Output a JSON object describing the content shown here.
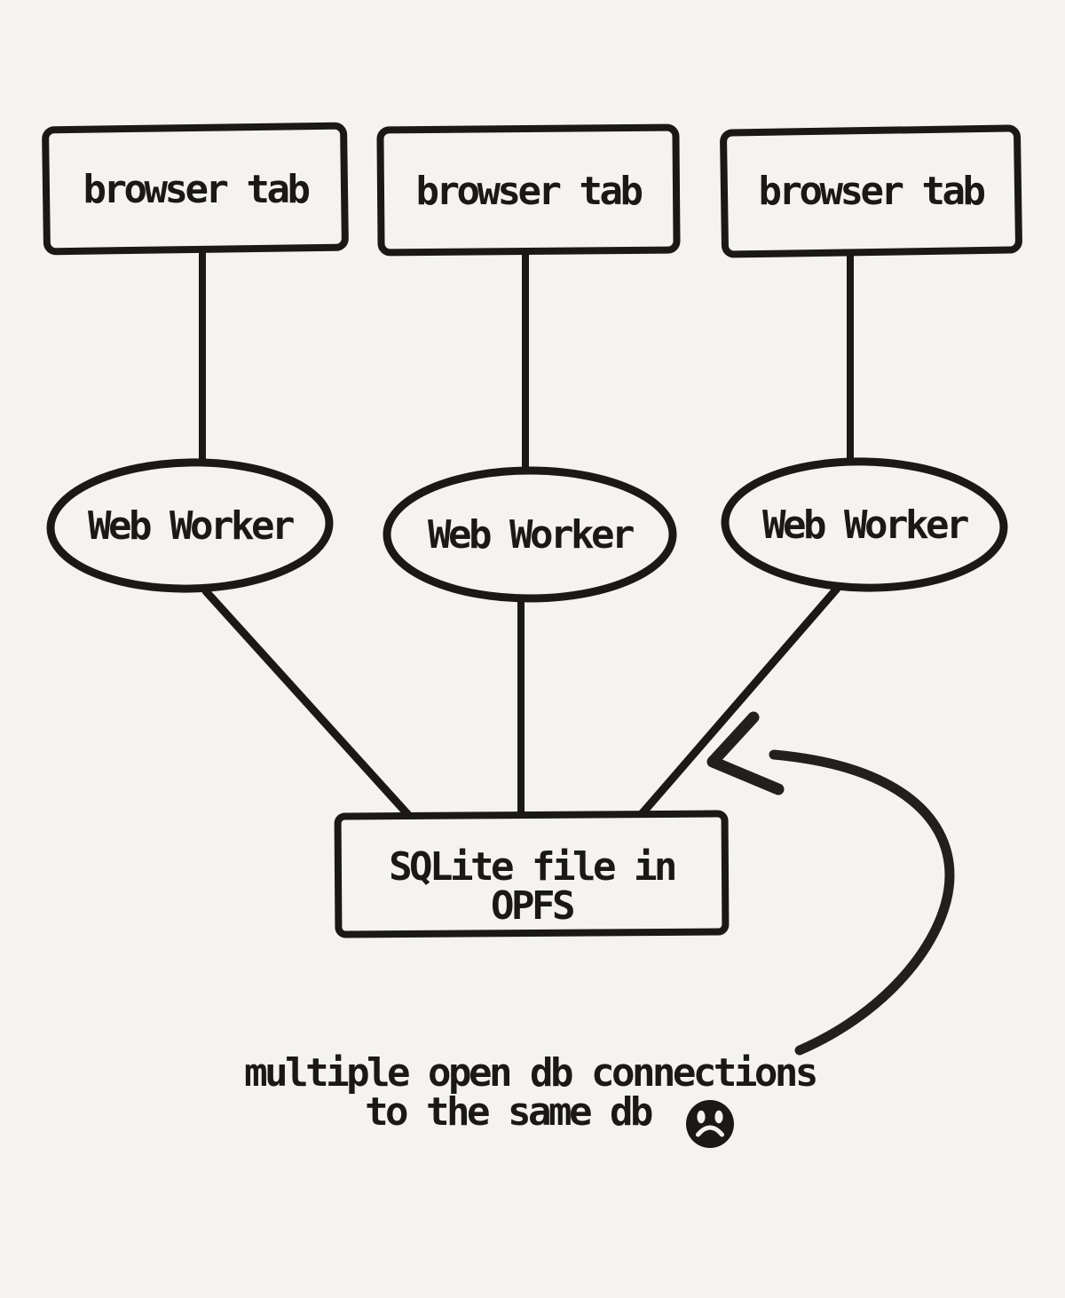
{
  "background": "#f5f3ef",
  "ink": "#1b1916",
  "diagram": {
    "tabs": [
      {
        "label": "browser tab"
      },
      {
        "label": "browser tab"
      },
      {
        "label": "browser tab"
      }
    ],
    "workers": [
      {
        "label": "Web Worker"
      },
      {
        "label": "Web Worker"
      },
      {
        "label": "Web Worker"
      }
    ],
    "database": {
      "line1": "SQLite file in",
      "line2": "OPFS"
    },
    "caption": {
      "line1": "multiple open db connections",
      "line2": "to the same db",
      "emoji": "frowning-face"
    }
  }
}
